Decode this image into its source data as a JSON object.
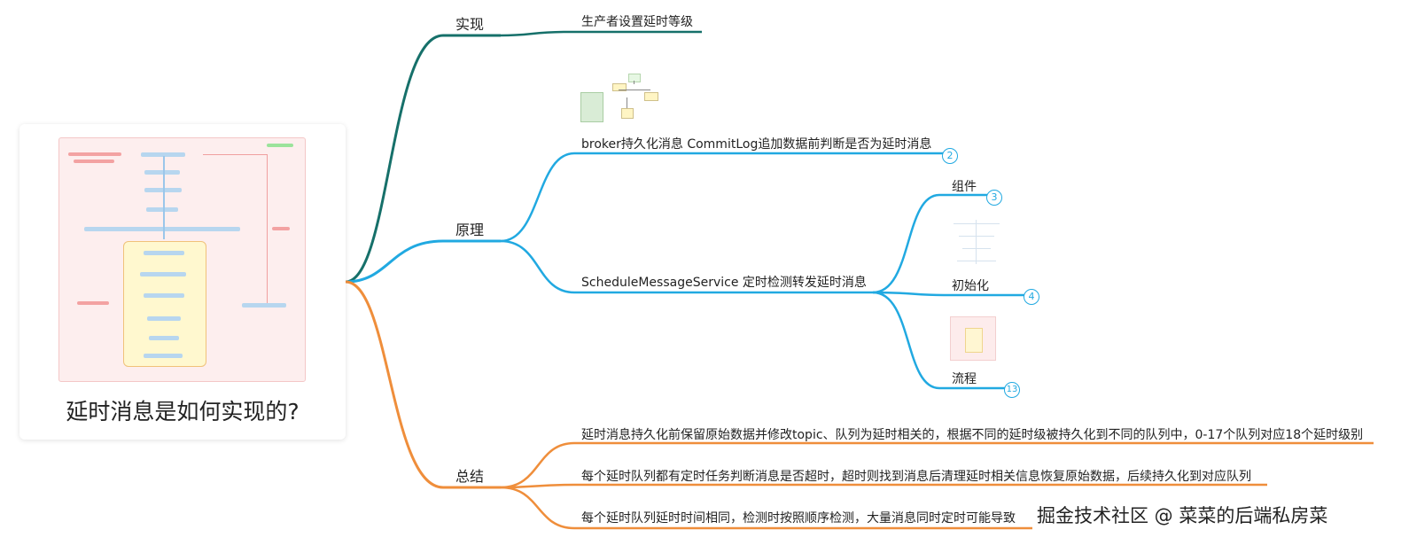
{
  "root": {
    "title": "延时消息是如何实现的?"
  },
  "branches": {
    "implement": {
      "label": "实现",
      "color": "#16706a"
    },
    "principle": {
      "label": "原理",
      "color": "#21a9e1"
    },
    "summary": {
      "label": "总结",
      "color": "#ef8e3b"
    }
  },
  "nodes": {
    "producer": "生产者设置延时等级",
    "broker": "broker持久化消息 CommitLog追加数据前判断是否为延时消息",
    "broker_count": "2",
    "schedule": "ScheduleMessageService 定时检测转发延时消息",
    "component": "组件",
    "component_count": "3",
    "init": "初始化",
    "init_count": "4",
    "process": "流程",
    "process_count": "13",
    "summary1": "延时消息持久化前保留原始数据并修改topic、队列为延时相关的，根据不同的延时级被持久化到不同的队列中，0-17个队列对应18个延时级别",
    "summary2": "每个延时队列都有定时任务判断消息是否超时，超时则找到消息后清理延时相关信息恢复原始数据，后续持久化到对应队列",
    "summary3": "每个延时队列延时时间相同，检测时按照顺序检测，大量消息同时定时可能导致"
  },
  "watermark": "掘金技术社区 @ 菜菜的后端私房菜"
}
